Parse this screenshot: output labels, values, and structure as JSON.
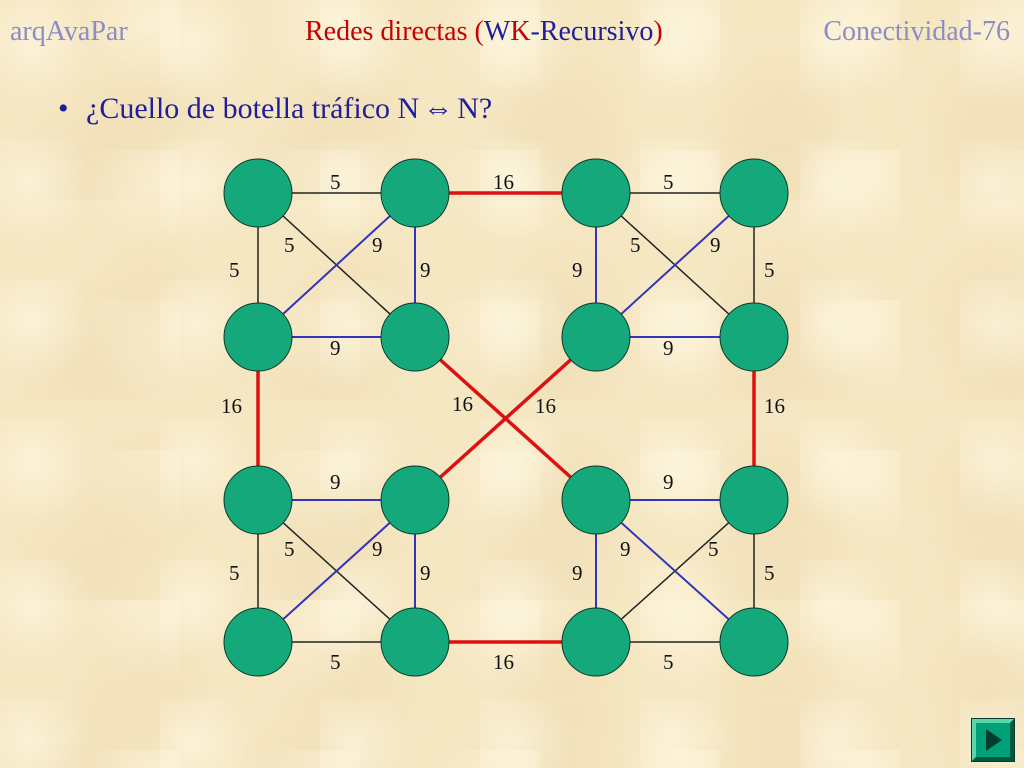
{
  "header": {
    "left": "arqAvaPar",
    "center_part1": "Redes directas ",
    "center_part2": "(",
    "center_part3": "W",
    "center_part4": "K",
    "center_part5": "-Recursivo",
    "center_part6": ")",
    "right": "Conectividad-76"
  },
  "bullet": {
    "marker": "•",
    "text_before": "¿Cuello de botella tráfico N",
    "arrow_icon": "⇔",
    "text_after": "N?"
  },
  "edge_labels": {
    "top_left_h": "5",
    "top_mid_h": "16",
    "top_right_h": "5",
    "q1_diag_a": "5",
    "q1_diag_b": "9",
    "q1_left_v": "5",
    "q1_right_v": "9",
    "q2_left_v": "9",
    "q2_diag_a": "5",
    "q2_diag_b": "9",
    "q2_right_v": "5",
    "q1_bottom_h": "9",
    "q2_bottom_h": "9",
    "mid_left_v": "16",
    "mid_cross_a": "16",
    "mid_cross_b": "16",
    "mid_right_v": "16",
    "q3_top_h": "9",
    "q4_top_h": "9",
    "q3_diag_a": "5",
    "q3_diag_b": "9",
    "q3_left_v": "5",
    "q3_right_v": "9",
    "q4_left_v": "9",
    "q4_diag_a": "9",
    "q4_diag_b": "5",
    "q4_right_v": "5",
    "bottom_left_h": "5",
    "bottom_mid_h": "16",
    "bottom_right_h": "5"
  },
  "colors": {
    "node_fill": "#14a87a",
    "edge_black": "#222222",
    "edge_blue": "#3333bb",
    "edge_red": "#dd1111",
    "nav_button": "#00906a"
  },
  "nav": {
    "icon": "play-next-icon"
  }
}
